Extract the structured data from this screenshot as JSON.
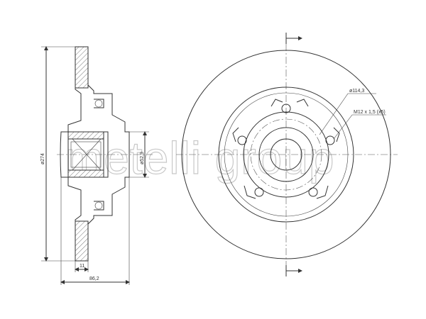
{
  "drawing": {
    "watermark": "metelli group",
    "side_view": {
      "dimensions": {
        "outer_diameter": "ø274",
        "bore_diameter": "ø52,9",
        "thickness": "11",
        "total_height": "86,2"
      }
    },
    "front_view": {
      "dimensions": {
        "pcd": "ø114,3",
        "thread": "M12 x 1,5  (x5)"
      }
    }
  }
}
